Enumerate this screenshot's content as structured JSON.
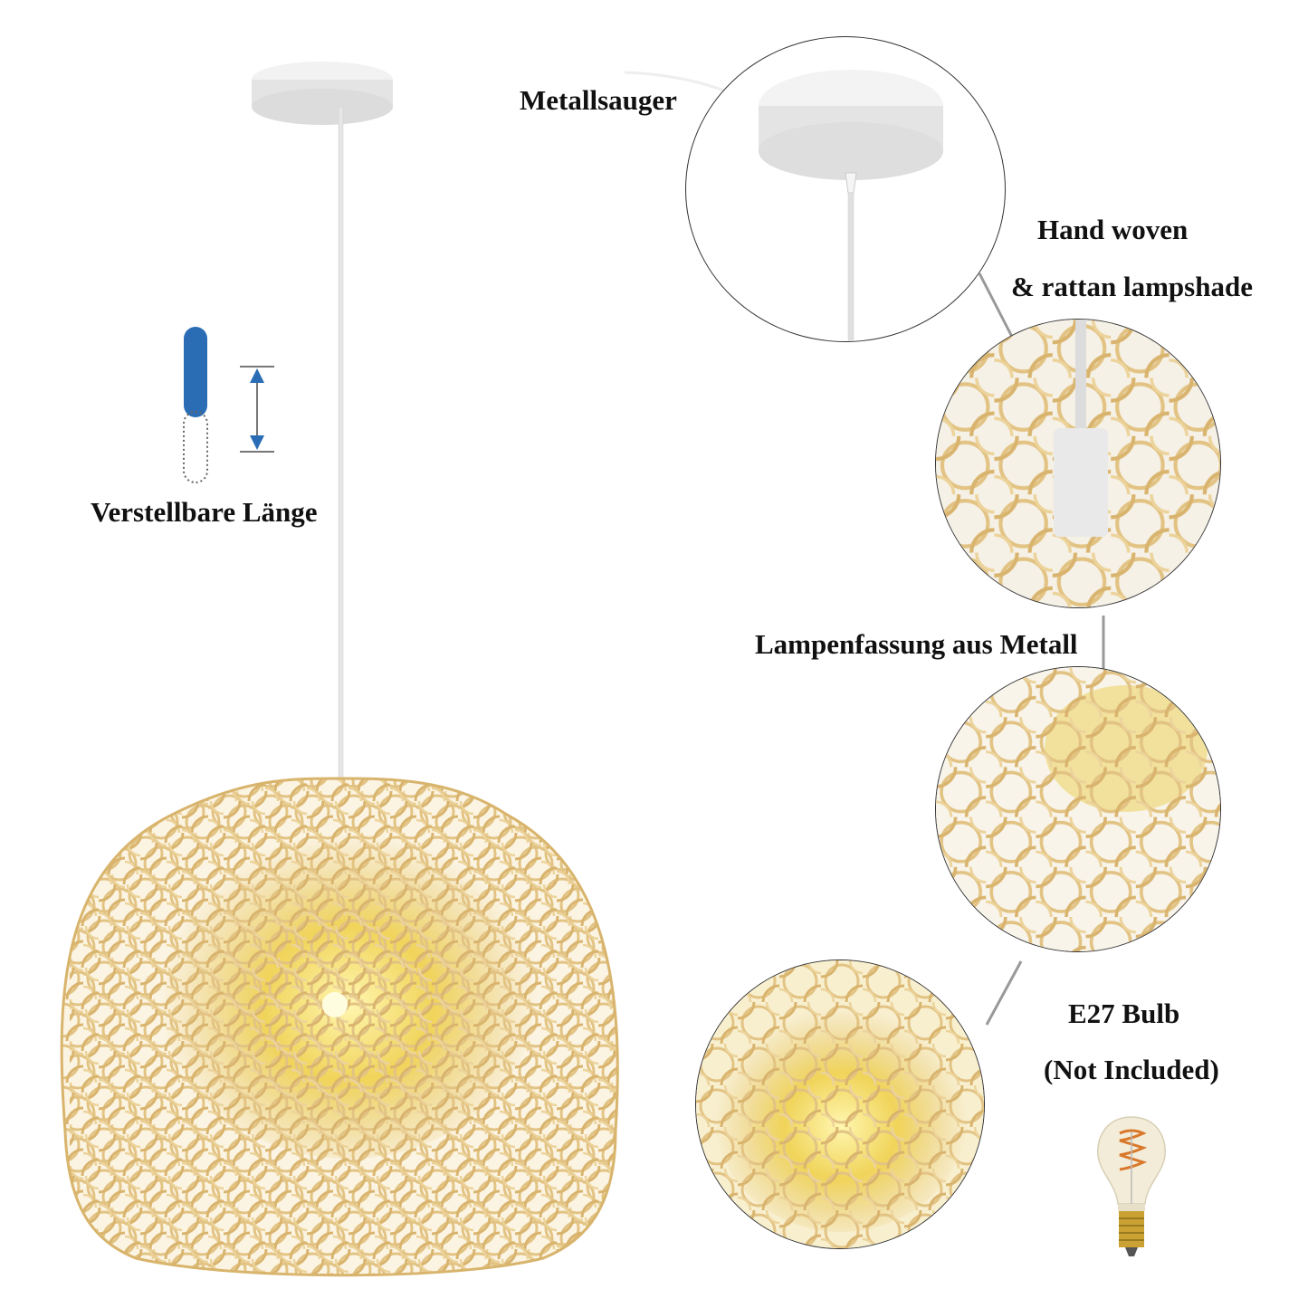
{
  "product": {
    "type": "rattan pendant lamp",
    "colors": {
      "rattan": "#e8c98a",
      "rattan_dark": "#c9a25a",
      "glow": "#f3dc6a",
      "canopy": "#e6e6e6",
      "adjust_icon": "#2a6db5",
      "text": "#111111"
    }
  },
  "labels": {
    "adjustable_length": "Verstellbare Länge",
    "canopy": "Metallsauger",
    "shade_line1": "Hand woven",
    "shade_line2": "& rattan lampshade",
    "socket": "Lampenfassung aus Metall",
    "bulb_line1": "E27 Bulb",
    "bulb_line2": "(Not Included)"
  },
  "icons": {
    "adjust": "adjustable-length-icon",
    "bulb": "e27-filament-bulb"
  }
}
